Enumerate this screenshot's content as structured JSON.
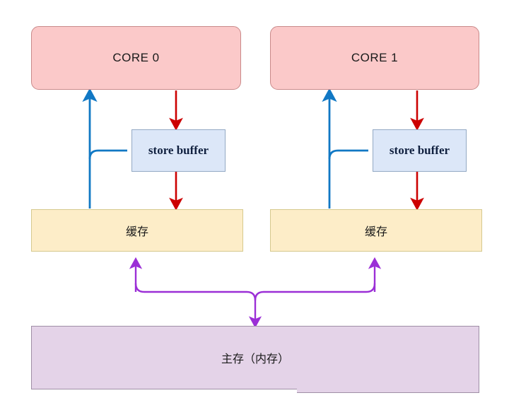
{
  "diagram": {
    "title": "store buffer cache coherence diagram",
    "colors": {
      "core_fill": "#fbc9c9",
      "core_stroke": "#c98a8a",
      "store_buffer_fill": "#dce7f8",
      "store_buffer_stroke": "#93a9c4",
      "cache_fill": "#fdedc8",
      "cache_stroke": "#d6c98e",
      "memory_fill": "#e4d3e8",
      "memory_stroke": "#9f8fa6",
      "write_arrow": "#cc0000",
      "read_arrow": "#1178c4",
      "bus_arrow": "#9b2fd6",
      "background": "#ffffff"
    },
    "columns": [
      {
        "core_label": "CORE 0",
        "store_buffer_label": "store buffer",
        "cache_label": "缓存"
      },
      {
        "core_label": "CORE 1",
        "store_buffer_label": "store buffer",
        "cache_label": "缓存"
      }
    ],
    "memory_label": "主存（内存）"
  }
}
